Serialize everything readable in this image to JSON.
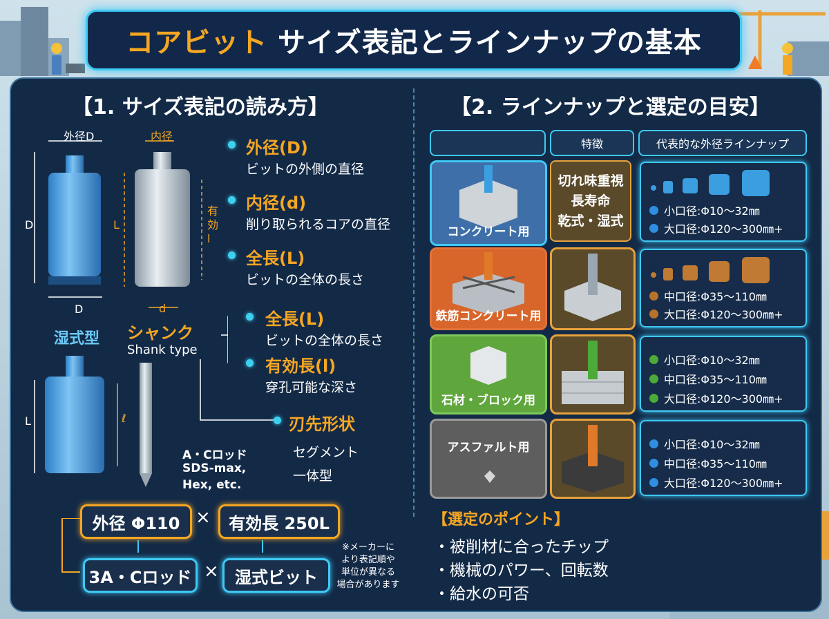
{
  "title": {
    "accent": "コアビット",
    "rest": " サイズ表記とラインナップの基本"
  },
  "section1": {
    "title": "【1. サイズ表記の読み方】",
    "dims": {
      "outer_top": "外径D",
      "outer_side": "D",
      "outer_bottom": "D",
      "inner_top": "内径",
      "length": "L",
      "effective": "有効l",
      "inner_bottom": "d",
      "wet_l": "L",
      "wet_ell": "ℓ"
    },
    "terms": [
      {
        "title": "外径(D)",
        "desc": "ビットの外側の直径"
      },
      {
        "title": "内径(d)",
        "desc": "削り取られるコアの直径"
      },
      {
        "title": "全長(L)",
        "desc": "ビットの全体の長さ"
      }
    ],
    "wet_label": "湿式型",
    "shank_title": "シャンク",
    "shank_sub": "Shank type",
    "shank_branches": [
      {
        "title": "全長(L)",
        "desc": "ビットの全体の長さ"
      },
      {
        "title": "有効長(l)",
        "desc": "穿孔可能な深さ"
      }
    ],
    "tip": {
      "title": "刃先形状",
      "items": [
        "セグメント",
        "一体型"
      ]
    },
    "rod_types": [
      "A・Cロッド",
      "SDS-max,",
      "Hex, etc."
    ],
    "example": {
      "outer": "外径 Φ110",
      "effective": "有効長 250L",
      "rod": "3A・Cロッド",
      "type": "湿式ビット",
      "times": "×"
    },
    "note": [
      "※メーカーに",
      "より表記順や",
      "単位が異なる",
      "場合があります"
    ]
  },
  "section2": {
    "title": "【2. ラインナップと選定の目安】",
    "headers": {
      "blank": "",
      "feature": "特徴",
      "lineup": "代表的な外径ラインナップ"
    },
    "rows": [
      {
        "material": "コンクリート用",
        "feature": [
          "切れ味重視",
          "長寿命",
          "乾式・湿式"
        ],
        "color": "#3e6fa8",
        "dot": "#2f8ee0",
        "lineup": [
          "小口径:Φ10〜32㎜",
          "大口径:Φ120〜300㎜+"
        ]
      },
      {
        "material": "鉄筋コンクリート用",
        "feature": [],
        "color": "#d8652a",
        "dot": "#b9722a",
        "lineup": [
          "中口径:Φ35〜110㎜",
          "大口径:Φ120〜300㎜+"
        ]
      },
      {
        "material": "石材・ブロック用",
        "feature": [],
        "color": "#5fa63c",
        "dot": "#4caa38",
        "lineup": [
          "小口径:Φ10〜32㎜",
          "中口径:Φ35〜110㎜",
          "大口径:Φ120〜300㎜+"
        ]
      },
      {
        "material": "アスファルト用",
        "feature": [],
        "color": "#7b7b7b",
        "dot": "#2f8ee0",
        "lineup": [
          "小口径:Φ10〜32㎜",
          "中口径:Φ35〜110㎜",
          "大口径:Φ120〜300㎜+"
        ]
      }
    ],
    "point_title": "【選定のポイント】",
    "points": [
      "・被削材に合ったチップ",
      "・機械のパワー、回転数",
      "・給水の可否"
    ]
  },
  "colors": {
    "accent": "#f5a623",
    "cyan": "#3ec9f5",
    "panel": "#132a47"
  }
}
